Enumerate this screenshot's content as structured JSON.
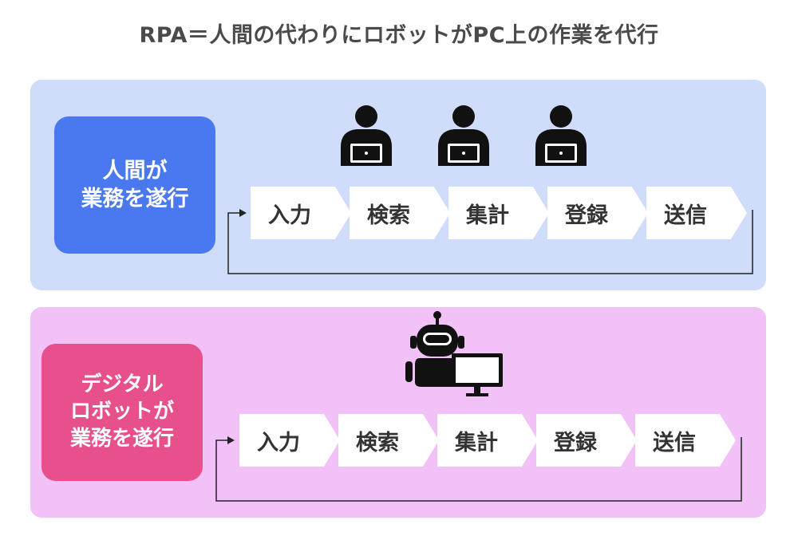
{
  "title": "RPA＝人間の代わりにロボットがPC上の作業を代行",
  "human": {
    "label_lines": [
      "人間が",
      "業務を遂行"
    ],
    "steps": [
      "入力",
      "検索",
      "集計",
      "登録",
      "送信"
    ],
    "colors": {
      "panel": "#cfdcfa",
      "label": "#4a78ef"
    },
    "icons": [
      "person-at-laptop-icon",
      "person-at-laptop-icon",
      "person-at-laptop-icon"
    ]
  },
  "robot": {
    "label_lines": [
      "デジタル",
      "ロボットが",
      "業務を遂行"
    ],
    "steps": [
      "入力",
      "検索",
      "集計",
      "登録",
      "送信"
    ],
    "colors": {
      "panel": "#f1c1f7",
      "label": "#e8508c"
    },
    "icons": [
      "robot-with-monitor-icon"
    ]
  }
}
